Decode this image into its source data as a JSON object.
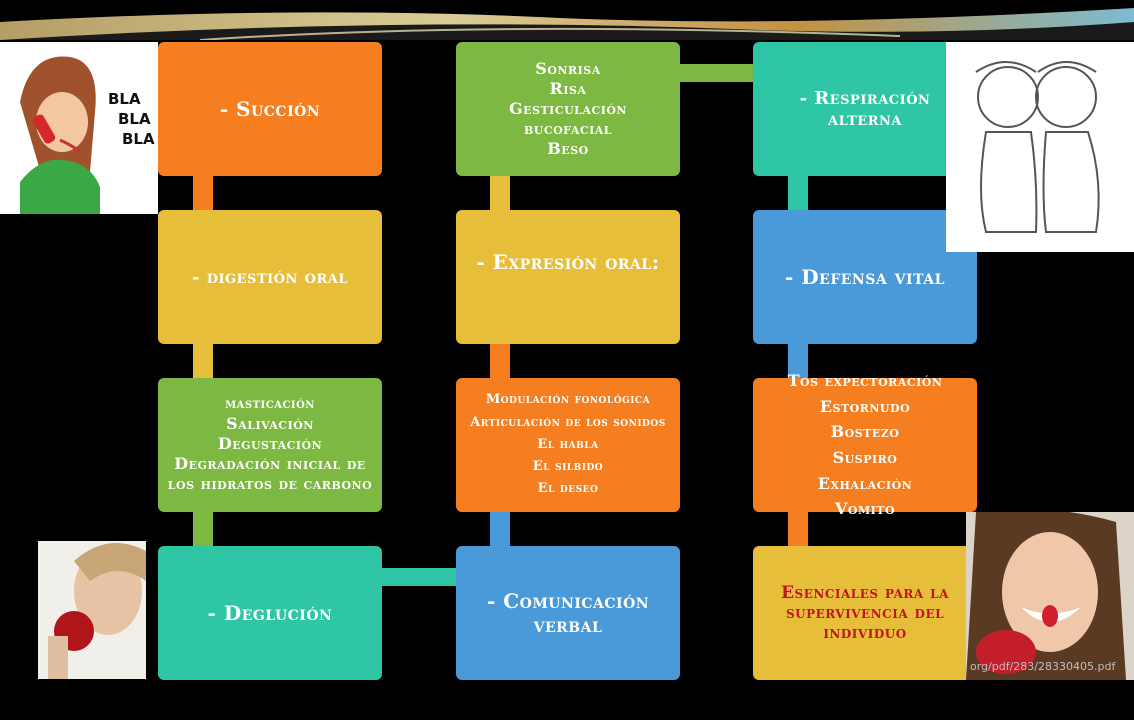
{
  "colors": {
    "orange": "#f57f20",
    "yellow": "#e7be3a",
    "green": "#7db843",
    "teal": "#2ec6a5",
    "blue": "#4a9ad9",
    "red": "#c0151f"
  },
  "col1": {
    "b1": "- Succión",
    "b2": "- digestión oral",
    "b3": [
      "masticación",
      "Salivación",
      "Degustación",
      "Degradación inicial de los hidratos de carbono"
    ],
    "b4": "- Deglución"
  },
  "col2": {
    "b1": [
      "Sonrisa",
      "Risa",
      "Gesticulación bucofacial",
      "Beso"
    ],
    "b2": "- Expresión oral:",
    "b3": [
      "Modulación fonológica",
      "Articulación de los sonidos",
      "El habla",
      "El silbido",
      "El deseo"
    ],
    "b4": "- Comunicación verbal"
  },
  "col3": {
    "b1": "- Respiración alterna",
    "b2": "- Defensa vital",
    "b3": [
      "Tos expectoración",
      "Estornudo",
      "Bostezo",
      "Suspiro",
      "Exhalación",
      "Vomito"
    ],
    "b4": "Esenciales para la supervivencia del individuo"
  },
  "images": {
    "phone_bubble": [
      "BLA",
      "BLA",
      "BLA"
    ]
  },
  "footer_url": "org/pdf/283/28330405.pdf"
}
